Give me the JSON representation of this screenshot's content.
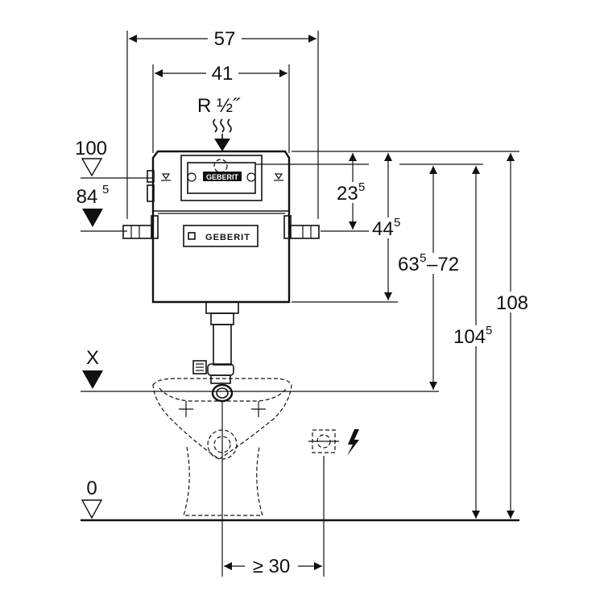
{
  "dimensions": {
    "width_outer": "57",
    "width_inner": "41",
    "thread": "R ½˝",
    "d23": "23",
    "d23_sup": "5",
    "d44": "44",
    "d44_sup": "5",
    "d63_main": "63",
    "d63_sup": "5",
    "d63_tail": "–72",
    "d104": "104",
    "d104_sup": "5",
    "d108": "108",
    "min_spacing": "≥ 30"
  },
  "levels": {
    "top": "100",
    "upper": "84",
    "upper_sup": "5",
    "x": "X",
    "floor": "0"
  },
  "brand": {
    "logo": "GEBERIT"
  },
  "icons": {
    "electric": "lightning-icon",
    "socket": "socket-icon"
  }
}
